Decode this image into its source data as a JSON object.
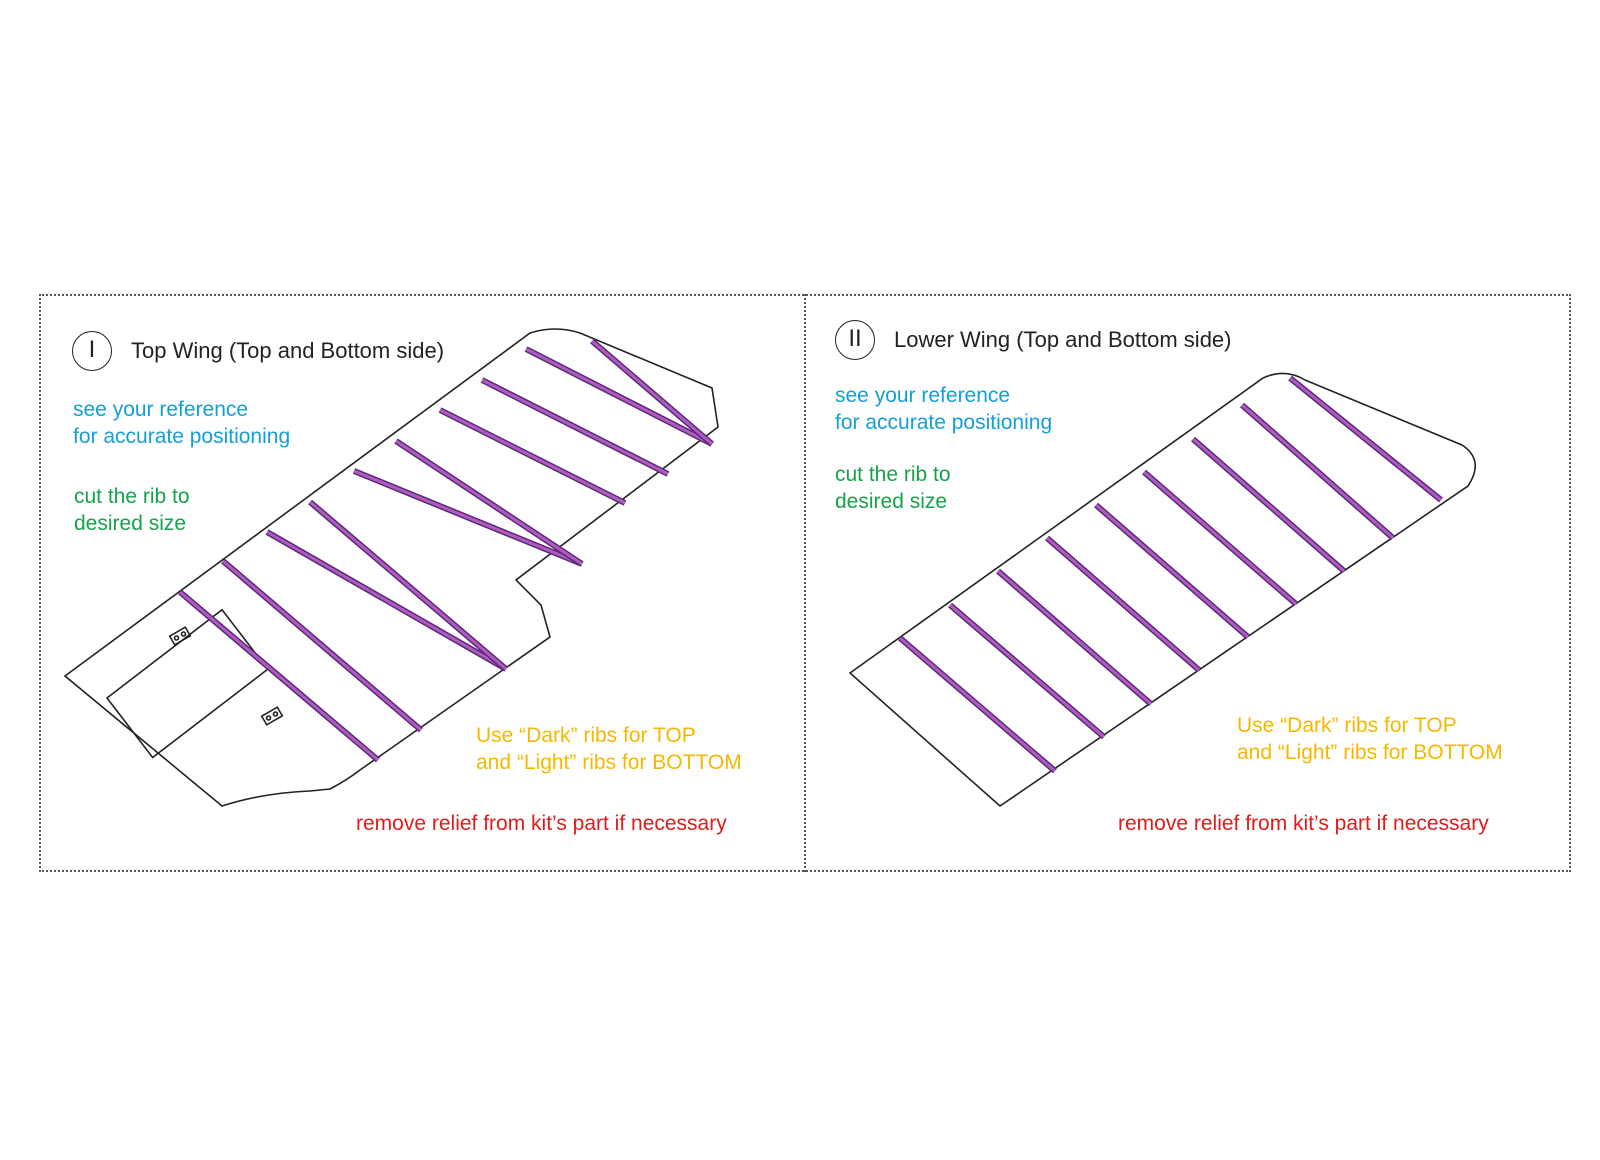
{
  "colors": {
    "reference_note": "#12a0d6",
    "cut_note": "#15a24a",
    "ribs_note": "#f5b800",
    "relief_note": "#e11b1b",
    "rib_fill": "#b05bbf",
    "rib_edge": "#5a2a7a",
    "outline": "#222222"
  },
  "panels": [
    {
      "numeral": "I",
      "title": "Top Wing (Top and Bottom side)",
      "reference_line1": "see your reference",
      "reference_line2": "for accurate positioning",
      "cut_line1": "cut the rib to",
      "cut_line2": "desired size",
      "ribs_line1": "Use “Dark” ribs for TOP",
      "ribs_line2": "and “Light” ribs for BOTTOM",
      "relief": "remove relief from kit’s part if necessary"
    },
    {
      "numeral": "II",
      "title": "Lower Wing (Top and Bottom side)",
      "reference_line1": "see your reference",
      "reference_line2": "for accurate positioning",
      "cut_line1": "cut the rib to",
      "cut_line2": "desired size",
      "ribs_line1": "Use “Dark” ribs for TOP",
      "ribs_line2": "and “Light” ribs for BOTTOM",
      "relief": "remove relief from kit’s part if necessary"
    }
  ]
}
